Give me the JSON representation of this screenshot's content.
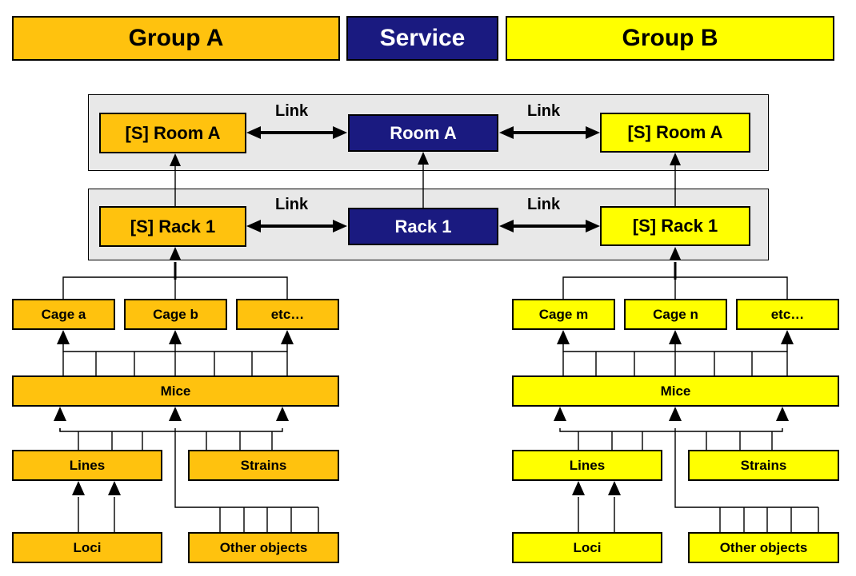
{
  "header": {
    "group_a": "Group A",
    "service": "Service",
    "group_b": "Group B"
  },
  "colors": {
    "group_a": "#FFC20E",
    "service": "#1A1A80",
    "group_b": "#FFFF00",
    "panel": "#E8E8E8",
    "outline": "#000000",
    "service_text": "#FFFFFF"
  },
  "room_row": {
    "left": "[S] Room A",
    "center": "Room A",
    "right": "[S] Room A",
    "link_left": "Link",
    "link_right": "Link"
  },
  "rack_row": {
    "left": "[S] Rack 1",
    "center": "Rack 1",
    "right": "[S] Rack 1",
    "link_left": "Link",
    "link_right": "Link"
  },
  "group_a_tree": {
    "cages": [
      "Cage a",
      "Cage b",
      "etc…"
    ],
    "mice": "Mice",
    "lines": "Lines",
    "strains": "Strains",
    "loci": "Loci",
    "other": "Other objects"
  },
  "group_b_tree": {
    "cages": [
      "Cage m",
      "Cage n",
      "etc…"
    ],
    "mice": "Mice",
    "lines": "Lines",
    "strains": "Strains",
    "loci": "Loci",
    "other": "Other objects"
  }
}
